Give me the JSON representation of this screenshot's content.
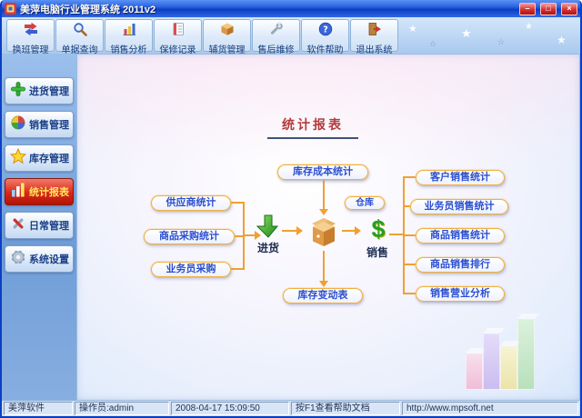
{
  "window": {
    "title": "美萍电脑行业管理系统 2011v2",
    "controls": {
      "minimize": "–",
      "maximize": "□",
      "close": "×"
    }
  },
  "toolbar": {
    "items": [
      {
        "label": "换班管理",
        "icon": "shift-change-icon"
      },
      {
        "label": "单据查询",
        "icon": "search-icon"
      },
      {
        "label": "销售分析",
        "icon": "bar-chart-icon"
      },
      {
        "label": "保修记录",
        "icon": "notebook-icon"
      },
      {
        "label": "辅货管理",
        "icon": "goods-box-icon"
      },
      {
        "label": "售后维修",
        "icon": "wrench-icon"
      },
      {
        "label": "软件帮助",
        "icon": "help-icon"
      },
      {
        "label": "退出系统",
        "icon": "exit-door-icon"
      }
    ]
  },
  "sidebar": {
    "items": [
      {
        "label": "进货管理",
        "icon": "green-plus-icon",
        "active": false
      },
      {
        "label": "销售管理",
        "icon": "pie-chart-icon",
        "active": false
      },
      {
        "label": "库存管理",
        "icon": "star-icon",
        "active": false
      },
      {
        "label": "统计报表",
        "icon": "stats-bars-icon",
        "active": true
      },
      {
        "label": "日常管理",
        "icon": "tools-icon",
        "active": false
      },
      {
        "label": "系统设置",
        "icon": "gear-icon",
        "active": false
      }
    ]
  },
  "main": {
    "title": "统计报表",
    "diagram": {
      "left_items": [
        "供应商统计",
        "商品采购统计",
        "业务员采购"
      ],
      "top_item": "库存成本统计",
      "bottom_item": "库存变动表",
      "right_items": [
        "客户销售统计",
        "业务员销售统计",
        "商品销售统计",
        "商品销售排行",
        "销售营业分析"
      ],
      "warehouse_label": "仓库",
      "inbound_label": "进货",
      "outbound_label": "销售"
    }
  },
  "statusbar": {
    "company": "美萍软件",
    "operator": "操作员:admin",
    "datetime": "2008-04-17 15:09:50",
    "help_hint": "按F1查看帮助文档",
    "website": "http://www.mpsoft.net"
  },
  "icons": {
    "dollar": "$",
    "star_filled": "★",
    "star_outline": "☆"
  },
  "colors": {
    "titlebar_blue": "#1a52d8",
    "active_item_red": "#d42020",
    "pill_border_orange": "#f0b040",
    "pill_text_blue": "#2b4fd0",
    "connector_orange": "#f0a030"
  }
}
